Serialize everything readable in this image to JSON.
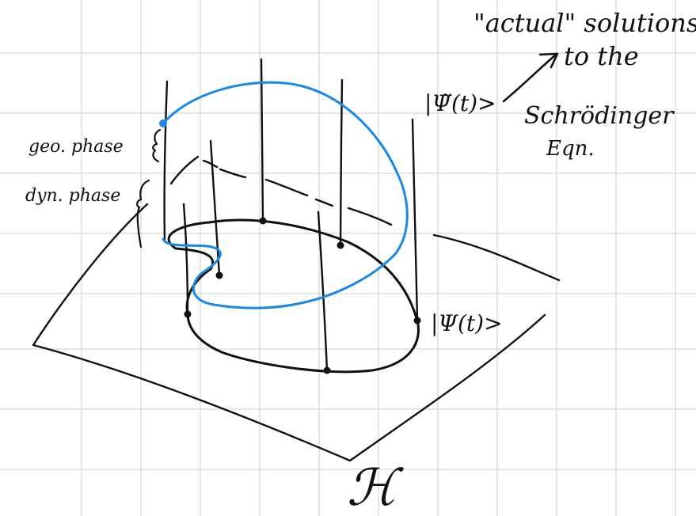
{
  "colors": {
    "ink": "#111111",
    "blue": "#1a88e6",
    "grid": "#d6d6d6",
    "paper": "#ffffff"
  },
  "labels": {
    "actual_solutions_line1": "\"actual\" solutions",
    "actual_solutions_line2": "to the",
    "psi_tilde": "|Ψ̃(t)>",
    "schrodinger_line1": "Schrödinger",
    "schrodinger_line2": "Eqn.",
    "geo_phase": "geo. phase",
    "dyn_phase": "dyn. phase",
    "psi": "|Ψ(t)>",
    "hilbert_space": "ℋ"
  }
}
